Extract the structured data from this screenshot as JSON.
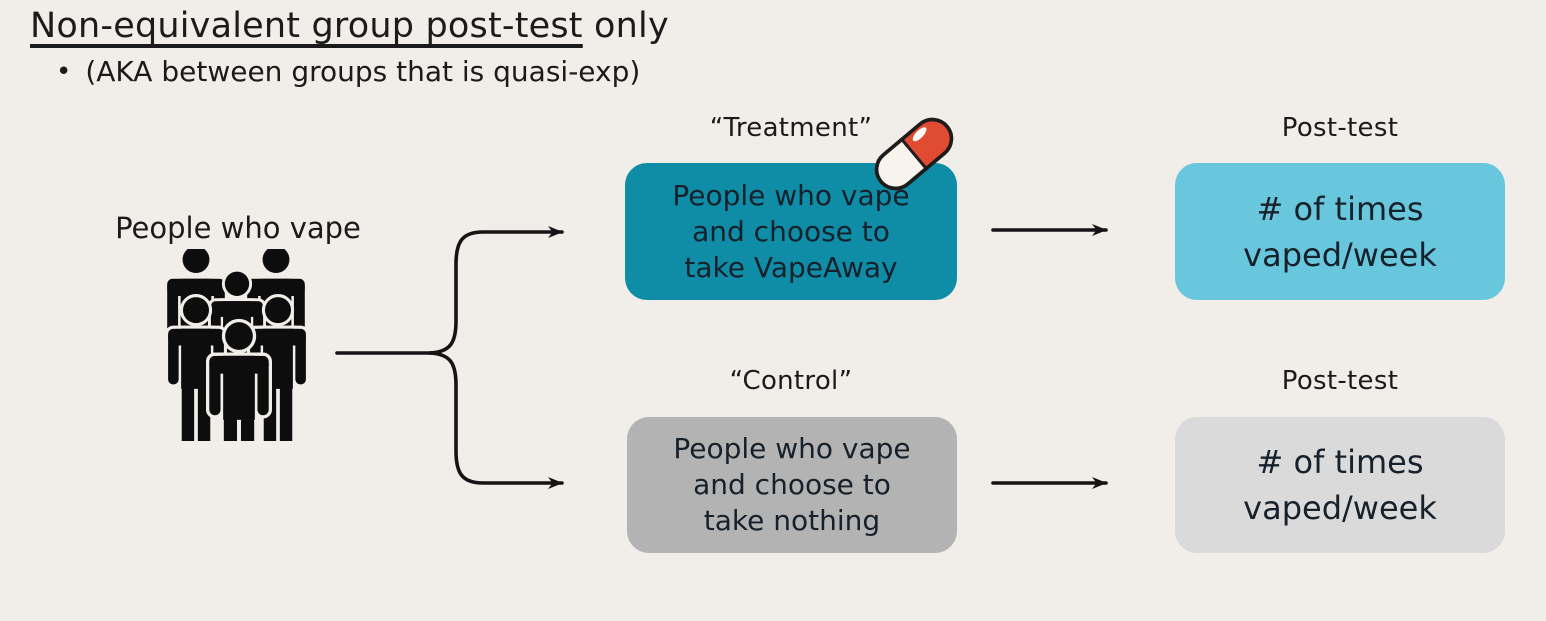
{
  "title": {
    "underlined_part": "Non-equivalent group post-test",
    "plain_part": " only"
  },
  "bullet": {
    "marker": "•",
    "text": "(AKA between groups that is quasi-exp)"
  },
  "population": {
    "label": "People who vape",
    "icon": "crowd-icon"
  },
  "treatment": {
    "label": "“Treatment”",
    "icon": "pill-icon",
    "box_lines": [
      "People who vape",
      "and choose to",
      "take VapeAway"
    ],
    "box_color": "#0F8CA6"
  },
  "control": {
    "label": "“Control”",
    "box_lines": [
      "People who vape",
      "and choose to",
      "take nothing"
    ],
    "box_color": "#B3B3B3"
  },
  "posttest_treatment": {
    "label": "Post-test",
    "box_lines": [
      "# of times",
      "vaped/week"
    ],
    "box_color": "#69C7DD"
  },
  "posttest_control": {
    "label": "Post-test",
    "box_lines": [
      "# of times",
      "vaped/week"
    ],
    "box_color": "#DADADA"
  },
  "colors": {
    "background": "#F1EEE9",
    "text": "#1B1B1B",
    "arrow": "#141414",
    "figure": "#0D0D0D",
    "pill_red": "#E14B32",
    "pill_body": "#F8F3EC"
  }
}
